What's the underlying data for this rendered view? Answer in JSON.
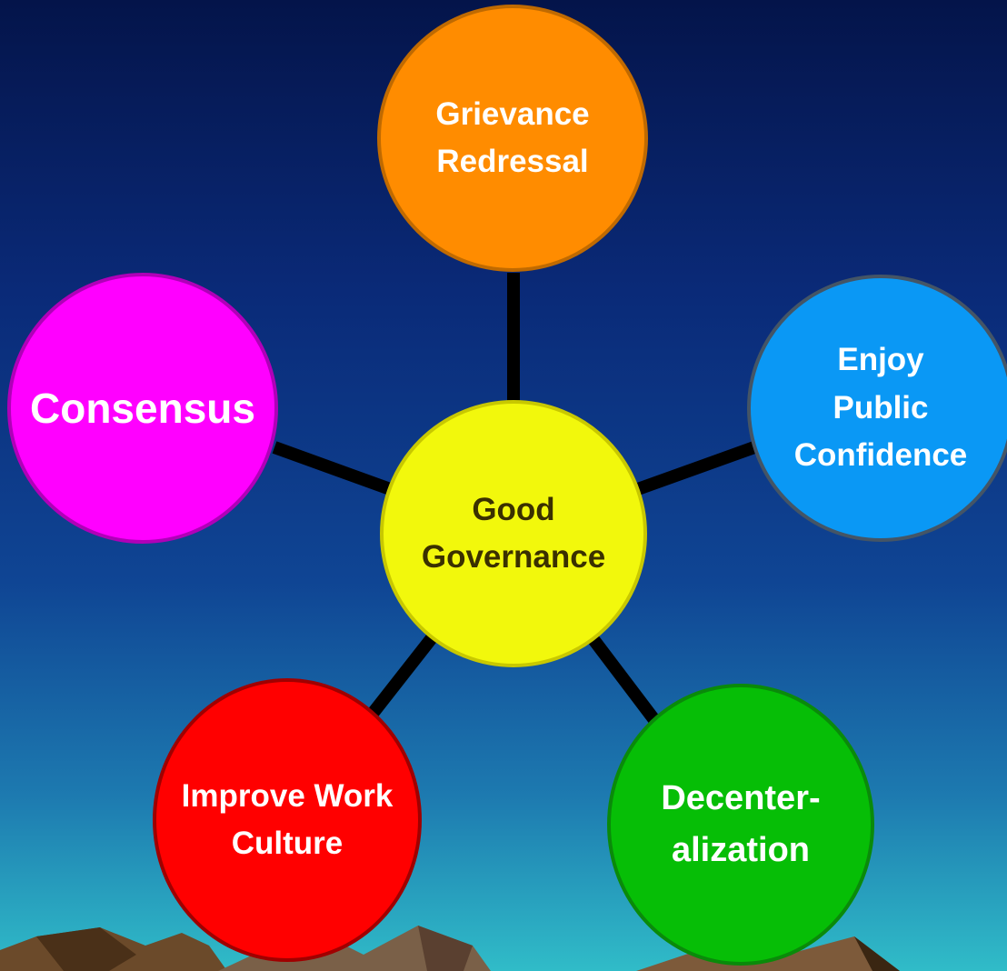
{
  "diagram": {
    "type": "hub-and-spoke",
    "center": {
      "label": "Good\nGovernance",
      "fill": "#f2f80c",
      "text_color": "#3a3000"
    },
    "spokes": [
      {
        "id": "top",
        "label": "Grievance\nRedressal",
        "fill": "#ff8c00",
        "text_color": "#ffffff"
      },
      {
        "id": "right",
        "label": "Enjoy\nPublic\nConfidence",
        "fill": "#0a98f5",
        "text_color": "#ffffff"
      },
      {
        "id": "left",
        "label": "Consensus",
        "fill": "#ff00ff",
        "text_color": "#ffffff"
      },
      {
        "id": "bottom-left",
        "label": "Improve Work\nCulture",
        "fill": "#ff0000",
        "text_color": "#ffffff"
      },
      {
        "id": "bottom-right",
        "label": "Decenter-\nalization",
        "fill": "#06be06",
        "text_color": "#ffffff"
      }
    ],
    "connector_color": "#000000"
  }
}
